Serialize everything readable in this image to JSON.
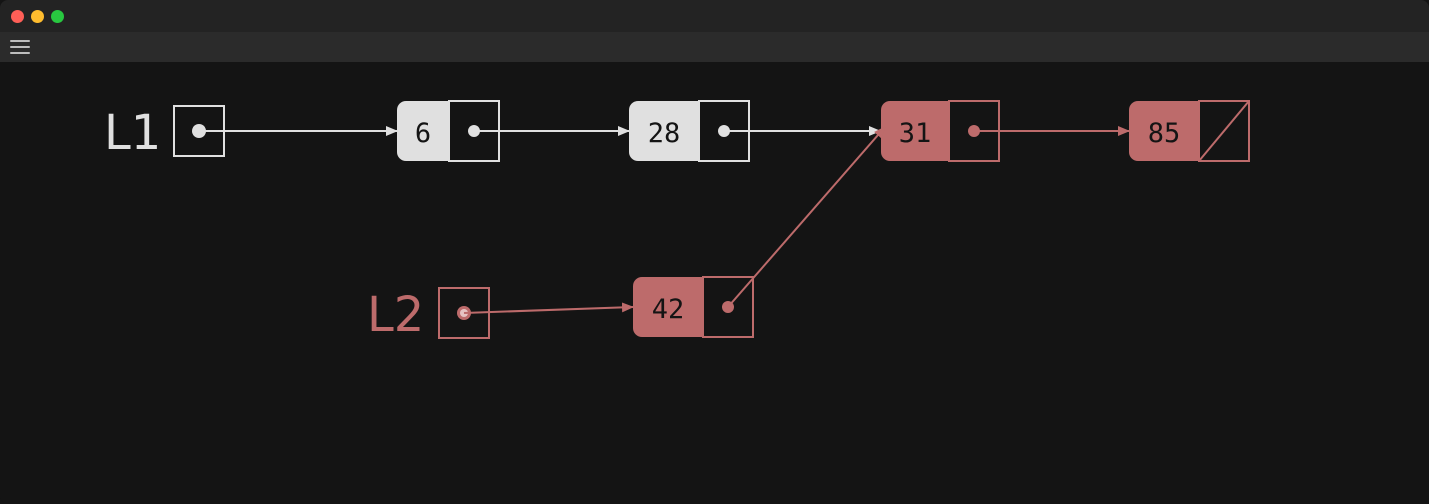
{
  "colors": {
    "background": "#141414",
    "titlebar": "#232323",
    "toolbar": "#2b2b2b",
    "list1": "#e0e0e0",
    "list2": "#bd6b6b",
    "node_text": "#141414"
  },
  "icons": {
    "menu": "hamburger-menu-icon"
  },
  "lists": {
    "l1": {
      "label": "L1"
    },
    "l2": {
      "label": "L2"
    }
  },
  "nodes": {
    "n6": {
      "value": "6",
      "owner": "L1",
      "next": "n28"
    },
    "n28": {
      "value": "28",
      "owner": "L1",
      "next": "n31"
    },
    "n42": {
      "value": "42",
      "owner": "L2",
      "next": "n31"
    },
    "n31": {
      "value": "31",
      "owner": "shared",
      "next": "n85"
    },
    "n85": {
      "value": "85",
      "owner": "shared",
      "next": null
    }
  }
}
